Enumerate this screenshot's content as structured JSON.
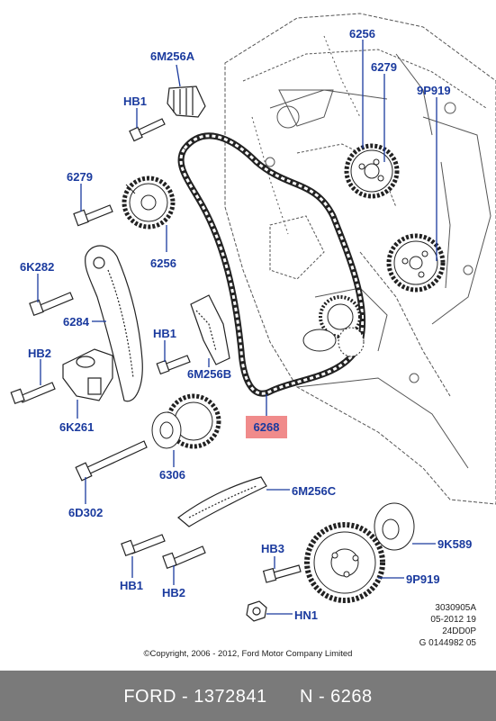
{
  "callouts": {
    "c_6M256A_top": "6M256A",
    "c_HB1_top": "HB1",
    "c_6279_left": "6279",
    "c_6256_left": "6256",
    "c_6K282": "6K282",
    "c_6284": "6284",
    "c_HB2_left": "HB2",
    "c_6K261": "6K261",
    "c_HB1_mid": "HB1",
    "c_6M256B": "6M256B",
    "c_6306": "6306",
    "c_6D302": "6D302",
    "c_6M256C": "6M256C",
    "c_HB3": "HB3",
    "c_HB1_bottom": "HB1",
    "c_HB2_bottom": "HB2",
    "c_HN1": "HN1",
    "c_9K589": "9K589",
    "c_9P919_bottom": "9P919",
    "c_6256_top": "6256",
    "c_6279_top": "6279",
    "c_9P919_top": "9P919"
  },
  "highlighted_part": "6268",
  "reference": {
    "line1": "3030905A",
    "line2": "05-2012 19",
    "line3": "24DD0P",
    "line4": "G 0144982 05"
  },
  "copyright": "©Copyright, 2006 - 2012, Ford Motor Company Limited",
  "footer": "FORD - 1372841      N - 6268",
  "colors": {
    "callout": "#1a3a9e",
    "highlight": "#f08b8b",
    "footer_bg": "#7a7a7a"
  }
}
